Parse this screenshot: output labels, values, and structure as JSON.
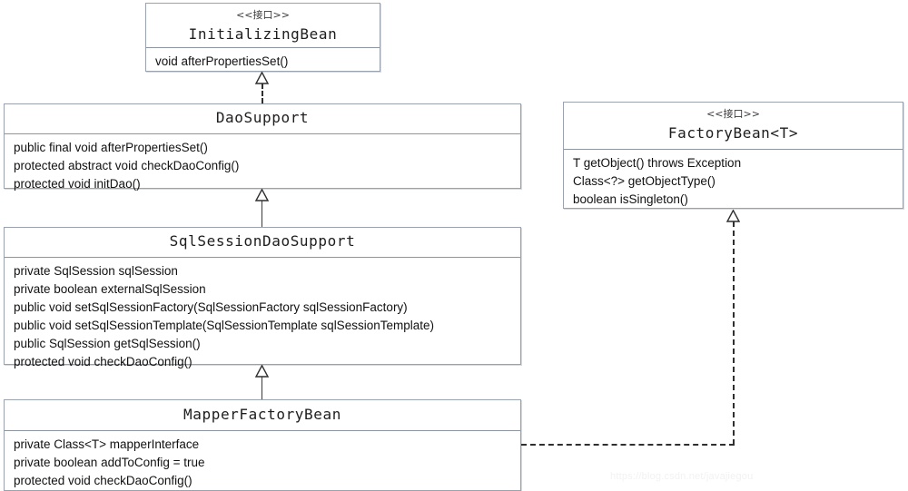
{
  "diagram": {
    "type": "uml-class-diagram",
    "title": "MyBatis-Spring MapperFactoryBean class hierarchy",
    "watermark": "https://blog.csdn.net/javajiegou",
    "stereotype_interface": "<<接口>>",
    "classes": [
      {
        "id": "initializingbean",
        "name": "InitializingBean",
        "stereotype": "<<接口>>",
        "kind": "interface",
        "members": [
          "void afterPropertiesSet()"
        ]
      },
      {
        "id": "daosupport",
        "name": "DaoSupport",
        "stereotype": "",
        "kind": "abstract-class",
        "members": [
          "public final void afterPropertiesSet()",
          "protected abstract void checkDaoConfig()",
          "protected void initDao()"
        ]
      },
      {
        "id": "sqlsessiondaosupport",
        "name": "SqlSessionDaoSupport",
        "stereotype": "",
        "kind": "abstract-class",
        "members": [
          "private SqlSession sqlSession",
          "private boolean externalSqlSession",
          "public void setSqlSessionFactory(SqlSessionFactory sqlSessionFactory)",
          "public void setSqlSessionTemplate(SqlSessionTemplate sqlSessionTemplate)",
          "public SqlSession getSqlSession()",
          "protected void checkDaoConfig()"
        ]
      },
      {
        "id": "mapperfactorybean",
        "name": "MapperFactoryBean",
        "stereotype": "",
        "kind": "class",
        "members": [
          "private Class<T> mapperInterface",
          "private boolean addToConfig = true",
          "protected void checkDaoConfig()"
        ]
      },
      {
        "id": "factorybean",
        "name": "FactoryBean<T>",
        "stereotype": "<<接口>>",
        "kind": "interface",
        "members": [
          "T getObject() throws Exception",
          "Class<?> getObjectType()",
          "boolean isSingleton()"
        ]
      }
    ],
    "relations": [
      {
        "id": "rel-daosupport-initializingbean",
        "from": "DaoSupport",
        "to": "InitializingBean",
        "type": "realization",
        "line": "dashed",
        "arrow": "hollow-triangle"
      },
      {
        "id": "rel-sqlsessiondaosupport-daosupport",
        "from": "SqlSessionDaoSupport",
        "to": "DaoSupport",
        "type": "generalization",
        "line": "solid",
        "arrow": "hollow-triangle"
      },
      {
        "id": "rel-mapperfactorybean-sqlsessiondaosupport",
        "from": "MapperFactoryBean",
        "to": "SqlSessionDaoSupport",
        "type": "generalization",
        "line": "solid",
        "arrow": "hollow-triangle"
      },
      {
        "id": "rel-mapperfactorybean-factorybean",
        "from": "MapperFactoryBean",
        "to": "FactoryBean<T>",
        "type": "realization",
        "line": "dashed",
        "arrow": "hollow-triangle"
      }
    ],
    "colors": {
      "background": "#ffffff",
      "box_border": "#9aa3ad",
      "divider": "#8d959e",
      "text": "#111111",
      "connector": "#2f2f2f"
    }
  }
}
